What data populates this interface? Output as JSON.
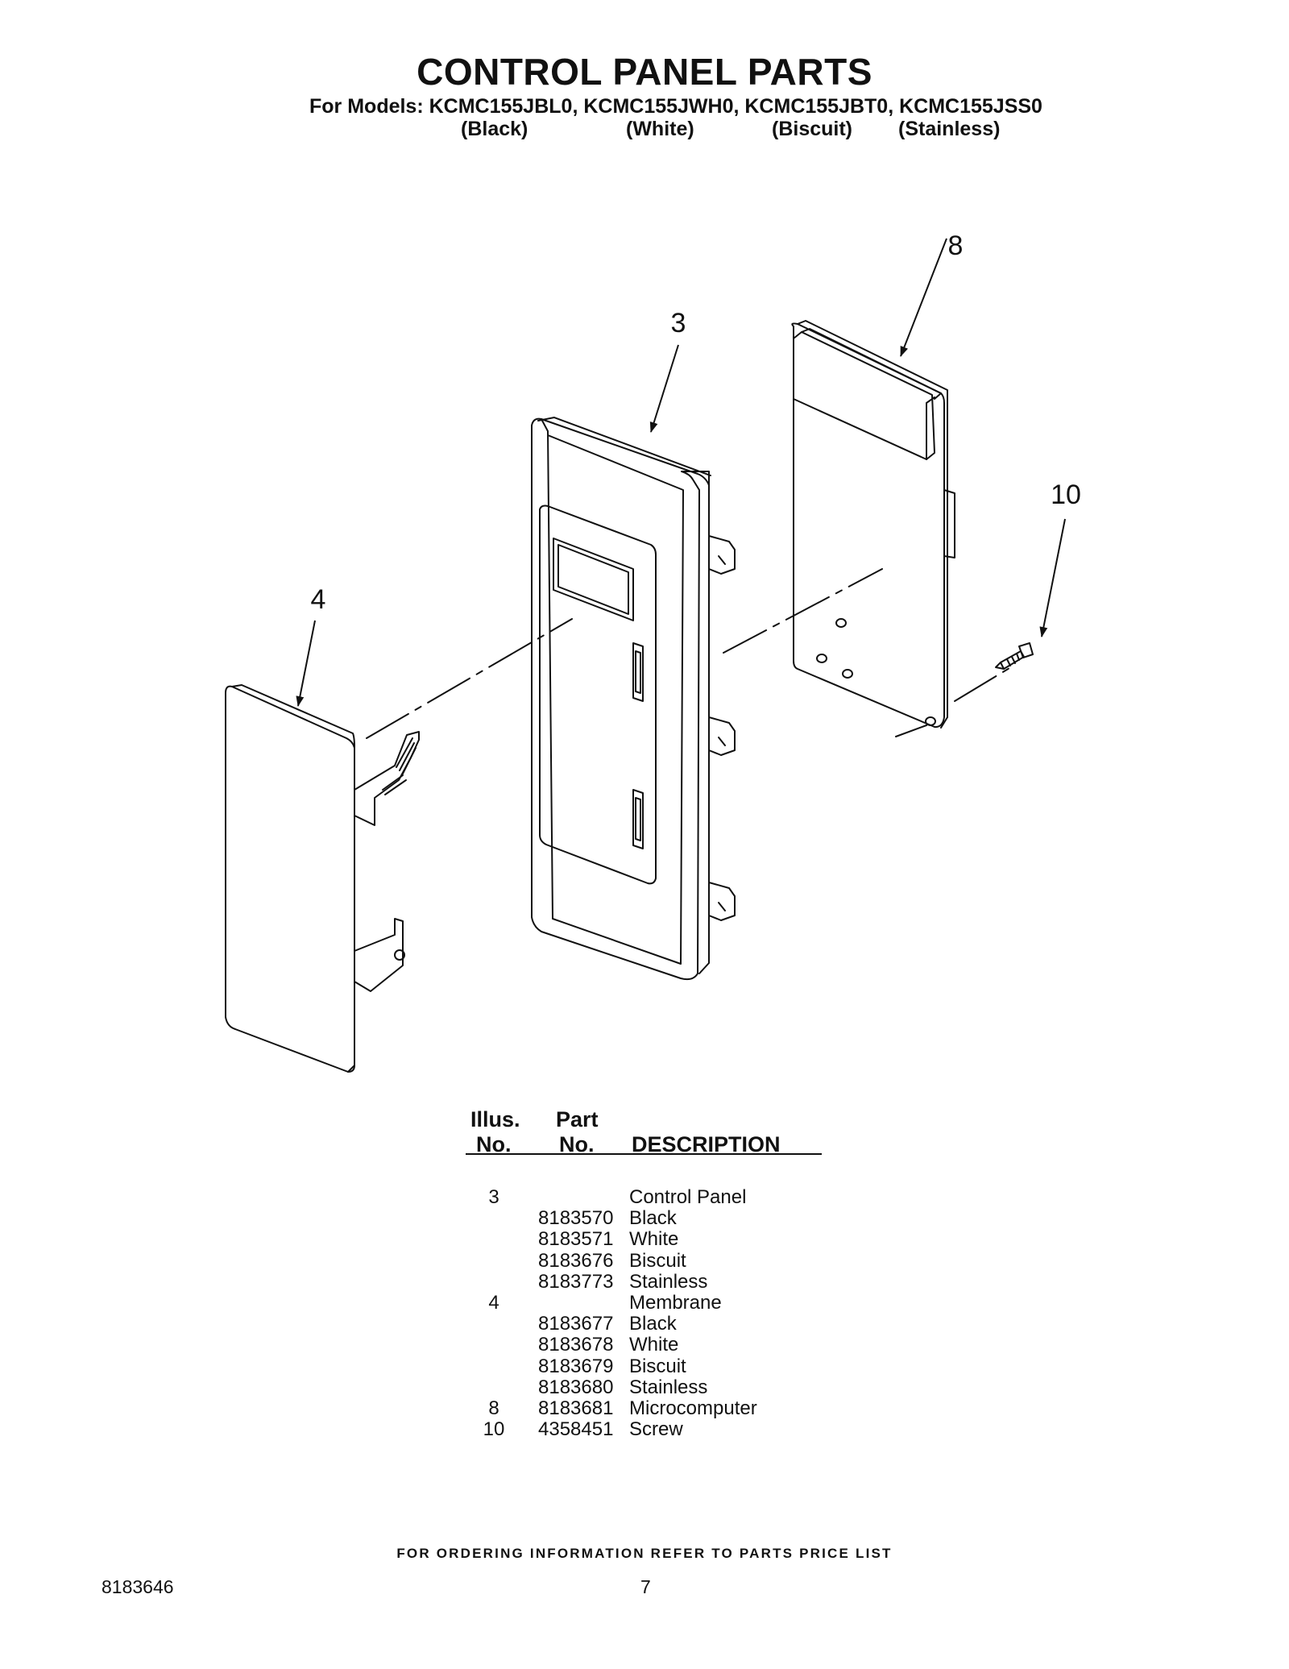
{
  "title": "CONTROL PANEL PARTS",
  "models_line": "For Models: KCMC155JBL0, KCMC155JWH0, KCMC155JBT0, KCMC155JSS0",
  "model_colors": [
    "(Black)",
    "(White)",
    "(Biscuit)",
    "(Stainless)"
  ],
  "callouts": [
    "3",
    "4",
    "8",
    "10"
  ],
  "table": {
    "headers": {
      "illus_1": "Illus.",
      "illus_2": "No.",
      "part_1": "Part",
      "part_2": "No.",
      "description": "DESCRIPTION"
    },
    "rows": [
      {
        "illus": "3",
        "part": "",
        "desc": "Control Panel"
      },
      {
        "illus": "",
        "part": "8183570",
        "desc": "Black"
      },
      {
        "illus": "",
        "part": "8183571",
        "desc": "White"
      },
      {
        "illus": "",
        "part": "8183676",
        "desc": "Biscuit"
      },
      {
        "illus": "",
        "part": "8183773",
        "desc": "Stainless"
      },
      {
        "illus": "4",
        "part": "",
        "desc": "Membrane"
      },
      {
        "illus": "",
        "part": "8183677",
        "desc": "Black"
      },
      {
        "illus": "",
        "part": "8183678",
        "desc": "White"
      },
      {
        "illus": "",
        "part": "8183679",
        "desc": "Biscuit"
      },
      {
        "illus": "",
        "part": "8183680",
        "desc": "Stainless"
      },
      {
        "illus": "8",
        "part": "8183681",
        "desc": "Microcomputer"
      },
      {
        "illus": "10",
        "part": "4358451",
        "desc": "Screw"
      }
    ]
  },
  "footer_note": "FOR ORDERING INFORMATION REFER TO PARTS PRICE LIST",
  "document_number": "8183646",
  "page_number": "7"
}
